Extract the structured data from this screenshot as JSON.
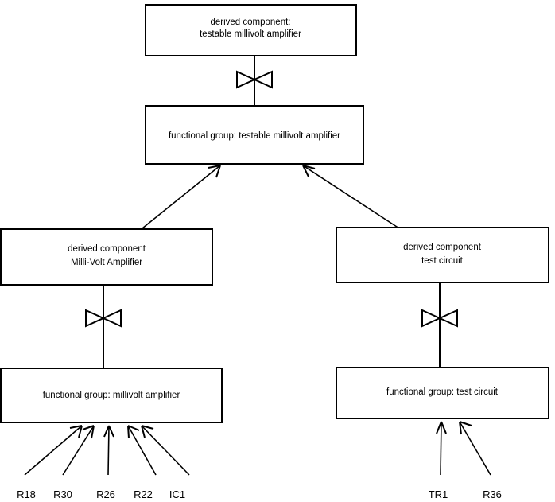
{
  "diagram": {
    "type": "component-decomposition-diagram",
    "background_color": "#ffffff",
    "line_color": "#000000",
    "boxes": [
      {
        "id": "derived-testable-millivolt-amplifier",
        "line1": "derived component:",
        "line2": "testable millivolt amplifier"
      },
      {
        "id": "fg-testable-millivolt-amplifier",
        "line1": "functional group: testable millivolt amplifier",
        "line2": ""
      },
      {
        "id": "derived-milli-volt-amplifier",
        "line1": "derived component",
        "line2": "Milli-Volt Amplifier"
      },
      {
        "id": "derived-test-circuit",
        "line1": "derived component",
        "line2": "test circuit"
      },
      {
        "id": "fg-millivolt-amplifier",
        "line1": "functional group: millivolt amplifier",
        "line2": ""
      },
      {
        "id": "fg-test-circuit",
        "line1": "functional group: test circuit",
        "line2": ""
      }
    ],
    "leaf_labels_left": [
      {
        "id": "leaf-r18",
        "text": "R18"
      },
      {
        "id": "leaf-r30",
        "text": "R30"
      },
      {
        "id": "leaf-r26",
        "text": "R26"
      },
      {
        "id": "leaf-r22",
        "text": "R22"
      },
      {
        "id": "leaf-ic1",
        "text": "IC1"
      }
    ],
    "leaf_labels_right": [
      {
        "id": "leaf-tr1",
        "text": "TR1"
      },
      {
        "id": "leaf-r36",
        "text": "R36"
      }
    ],
    "connectors": {
      "bowtie_count": 3,
      "arrow_count": 9
    }
  }
}
